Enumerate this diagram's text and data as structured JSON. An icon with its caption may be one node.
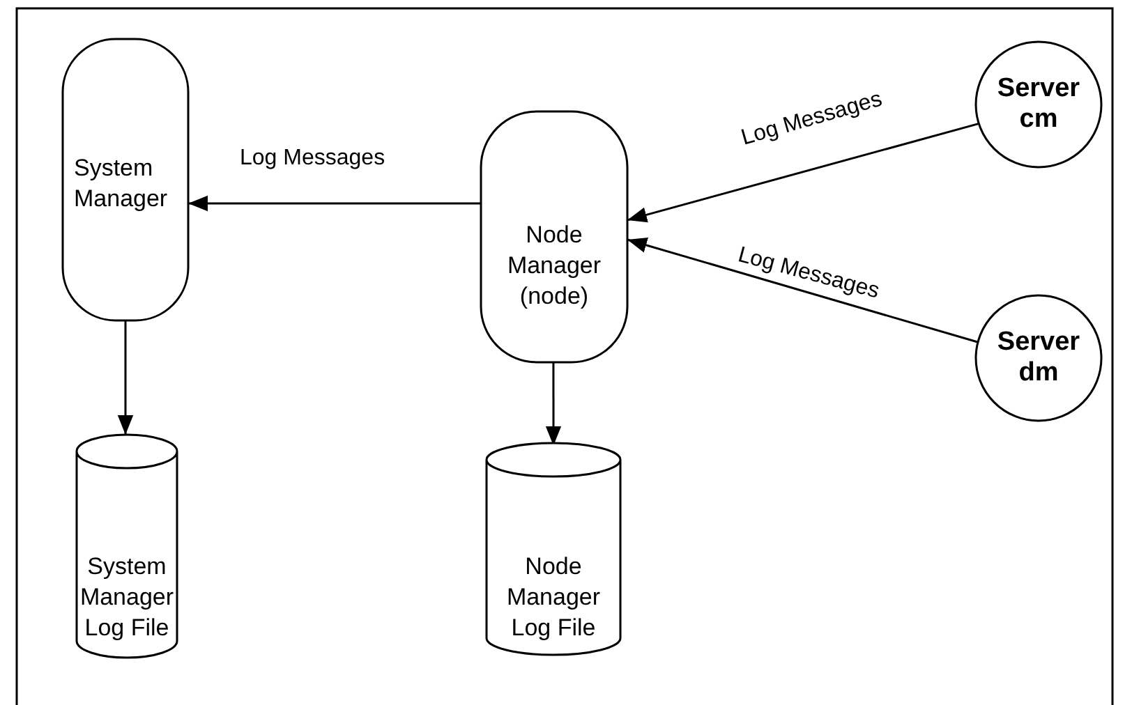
{
  "diagram": {
    "nodes": [
      {
        "text": [
          "System Manager"
        ]
      },
      {
        "text": [
          "Node Manager (node)"
        ]
      },
      {
        "text": [
          "Server cm"
        ]
      },
      {
        "text": [
          "Server dm"
        ]
      },
      {
        "text": [
          "System Manager Log File"
        ]
      },
      {
        "text": [
          "Node Manager Log File"
        ]
      }
    ],
    "edges": [
      {
        "from": 1,
        "to": 0,
        "arrow": "to",
        "label": "Log Messages"
      },
      {
        "from": 2,
        "to": 1,
        "arrow": "to",
        "label": "Log Messages"
      },
      {
        "from": 3,
        "to": 1,
        "arrow": "to",
        "label": "Log Messages"
      },
      {
        "from": 0,
        "to": 4,
        "arrow": "to"
      },
      {
        "from": 1,
        "to": 5,
        "arrow": "to"
      }
    ]
  }
}
